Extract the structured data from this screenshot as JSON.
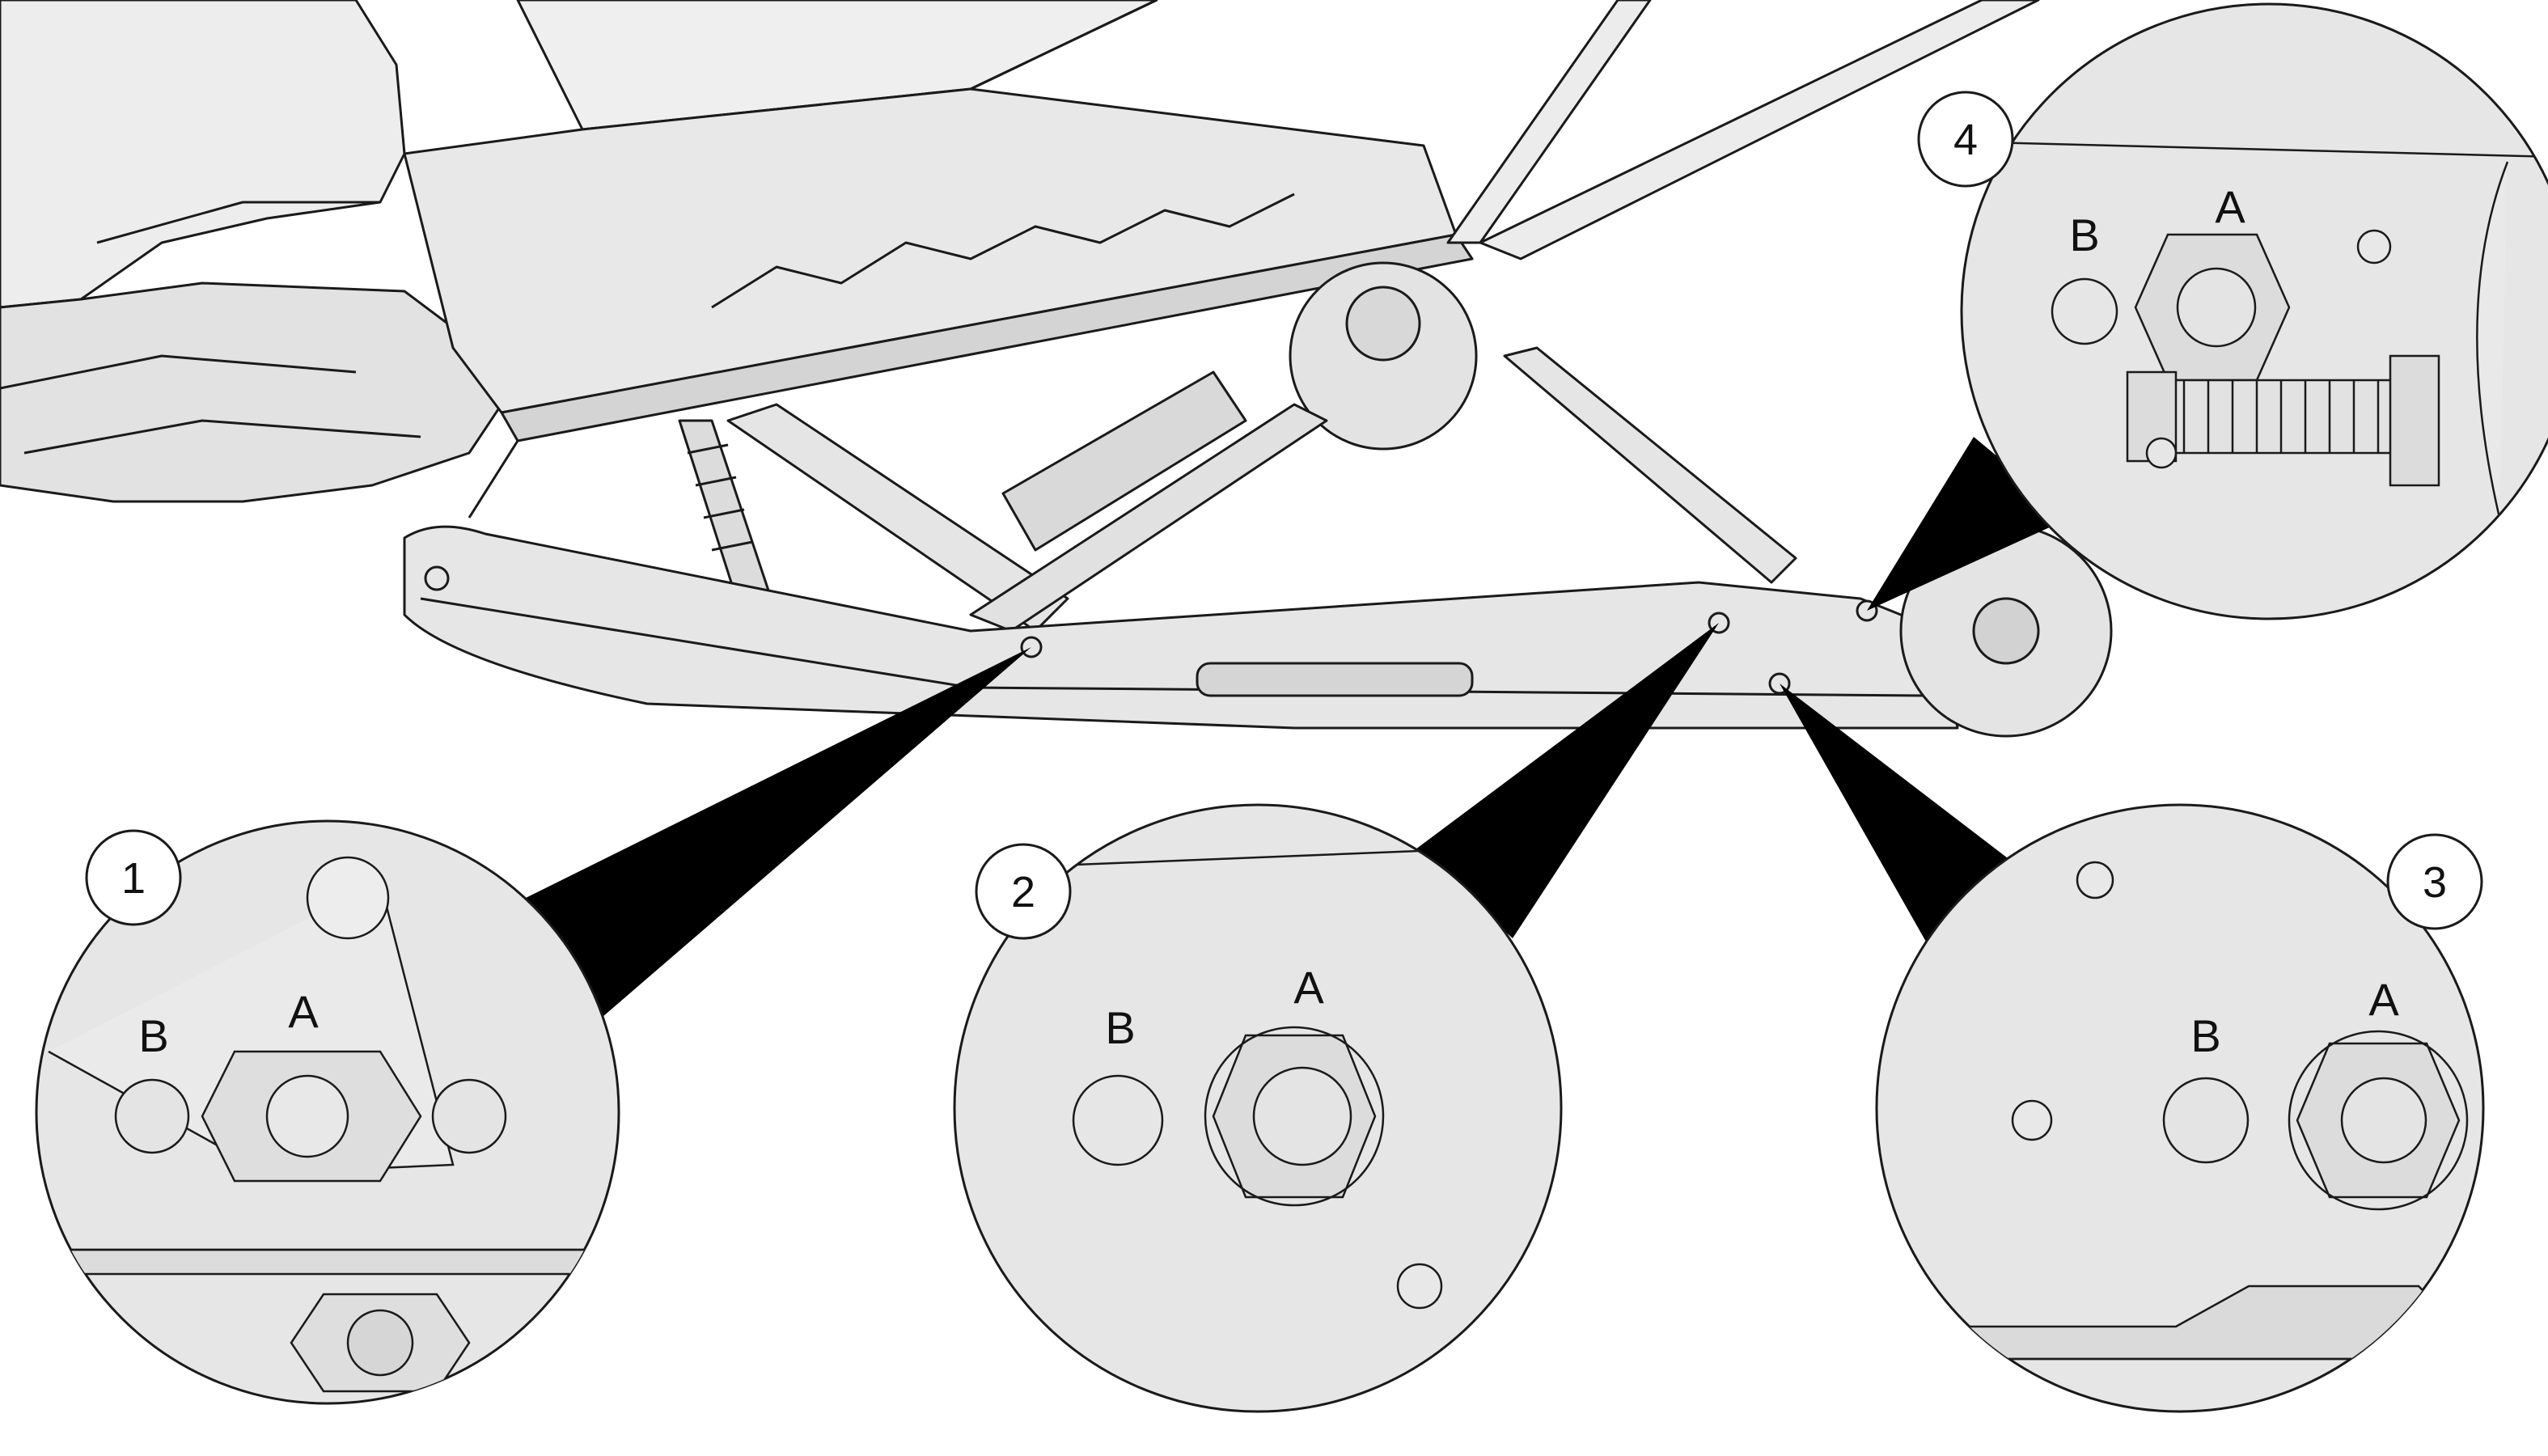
{
  "colors": {
    "background": "#ffffff",
    "part_fill": "#e6e6e6",
    "part_fill_light": "#ededed",
    "part_fill_dark": "#cfcfcf",
    "stroke": "#1a1a1a",
    "callout_wedge": "#000000"
  },
  "callouts": [
    {
      "number": "1",
      "label_a": "A",
      "label_b": "B"
    },
    {
      "number": "2",
      "label_a": "A",
      "label_b": "B"
    },
    {
      "number": "3",
      "label_a": "A",
      "label_b": "B"
    },
    {
      "number": "4",
      "label_a": "A",
      "label_b": "B"
    }
  ]
}
